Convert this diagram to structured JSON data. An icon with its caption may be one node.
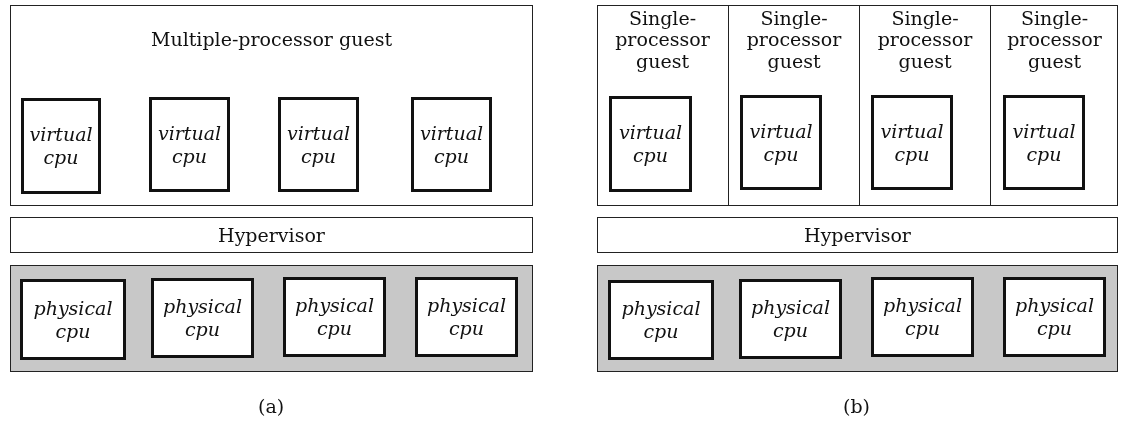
{
  "diagram": {
    "nodes": [
      {
        "text": [
          "Multiple-processor guest"
        ]
      },
      {
        "text": [
          "virtual cpu"
        ],
        "in": 0
      },
      {
        "text": [
          "virtual cpu"
        ],
        "in": 0
      },
      {
        "text": [
          "virtual cpu"
        ],
        "in": 0
      },
      {
        "text": [
          "virtual cpu"
        ],
        "in": 0
      },
      {
        "text": [
          "Hypervisor"
        ]
      },
      {
        "text": [],
        "shape": "box"
      },
      {
        "text": [
          "physical cpu"
        ],
        "in": 6
      },
      {
        "text": [
          "physical cpu"
        ],
        "in": 6
      },
      {
        "text": [
          "physical cpu"
        ],
        "in": 6
      },
      {
        "text": [
          "physical cpu"
        ],
        "in": 6
      },
      {
        "text": [],
        "shape": "box"
      },
      {
        "text": [
          "Single-processor guest"
        ],
        "in": 11
      },
      {
        "text": [
          "virtual cpu"
        ],
        "in": 12
      },
      {
        "text": [
          "Single-processor guest"
        ],
        "in": 11
      },
      {
        "text": [
          "virtual cpu"
        ],
        "in": 14
      },
      {
        "text": [
          "Single-processor guest"
        ],
        "in": 11
      },
      {
        "text": [
          "virtual cpu"
        ],
        "in": 16
      },
      {
        "text": [
          "Single-processor guest"
        ],
        "in": 11
      },
      {
        "text": [
          "virtual cpu"
        ],
        "in": 18
      },
      {
        "text": [
          "Hypervisor"
        ]
      },
      {
        "text": [],
        "shape": "box"
      },
      {
        "text": [
          "physical cpu"
        ],
        "in": 21
      },
      {
        "text": [
          "physical cpu"
        ],
        "in": 21
      },
      {
        "text": [
          "physical cpu"
        ],
        "in": 21
      },
      {
        "text": [
          "physical cpu"
        ],
        "in": 21
      }
    ],
    "edges": [],
    "labels": [
      "(a)",
      "(b)"
    ]
  }
}
